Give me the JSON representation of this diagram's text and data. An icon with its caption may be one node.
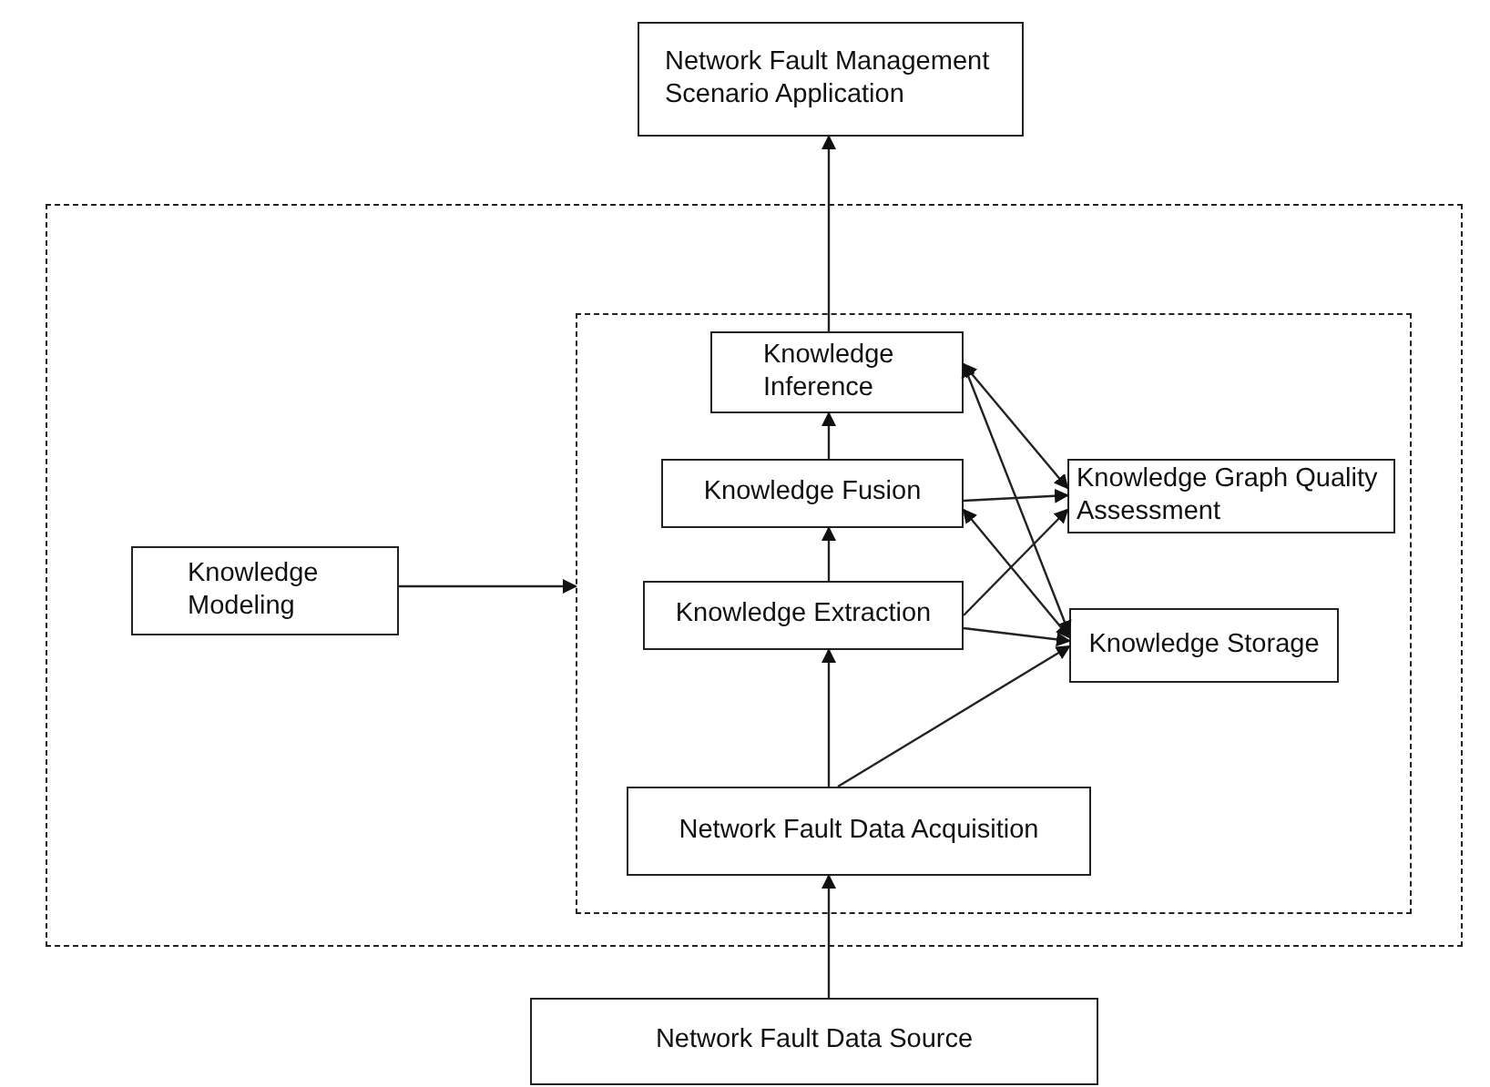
{
  "diagram": {
    "nodes": [
      {
        "text": [
          "Network Fault Management Scenario Application"
        ]
      },
      {
        "text": [],
        "shape": "box"
      },
      {
        "text": [],
        "shape": "box",
        "in": 1
      },
      {
        "text": [
          "Knowledge Inference"
        ],
        "in": 2
      },
      {
        "text": [
          "Knowledge Fusion"
        ],
        "in": 2
      },
      {
        "text": [
          "Knowledge Extraction"
        ],
        "in": 2
      },
      {
        "text": [
          "Network Fault Data Acquisition"
        ],
        "in": 2
      },
      {
        "text": [
          "Knowledge Graph Quality Assessment"
        ],
        "in": 2
      },
      {
        "text": [
          "Knowledge Storage"
        ],
        "in": 2
      },
      {
        "text": [
          "Knowledge Modeling"
        ],
        "in": 1
      },
      {
        "text": [
          "Network Fault Data Source"
        ]
      }
    ],
    "edges": [
      {
        "from": 3,
        "to": 0,
        "arrow": "to"
      },
      {
        "from": 4,
        "to": 3,
        "arrow": "to"
      },
      {
        "from": 5,
        "to": 4,
        "arrow": "to"
      },
      {
        "from": 6,
        "to": 5,
        "arrow": "to"
      },
      {
        "from": 10,
        "to": 6,
        "arrow": "to"
      },
      {
        "from": 9,
        "to": 2,
        "arrow": "to"
      },
      {
        "from": 4,
        "to": 7,
        "arrow": "to"
      },
      {
        "from": 5,
        "to": 7,
        "arrow": "to"
      },
      {
        "from": 5,
        "to": 8,
        "arrow": "to"
      },
      {
        "from": 6,
        "to": 8,
        "arrow": "to"
      },
      {
        "from": 3,
        "to": 7,
        "arrow": "both"
      },
      {
        "from": 3,
        "to": 8,
        "arrow": "both"
      },
      {
        "from": 4,
        "to": 8,
        "arrow": "both"
      }
    ]
  }
}
